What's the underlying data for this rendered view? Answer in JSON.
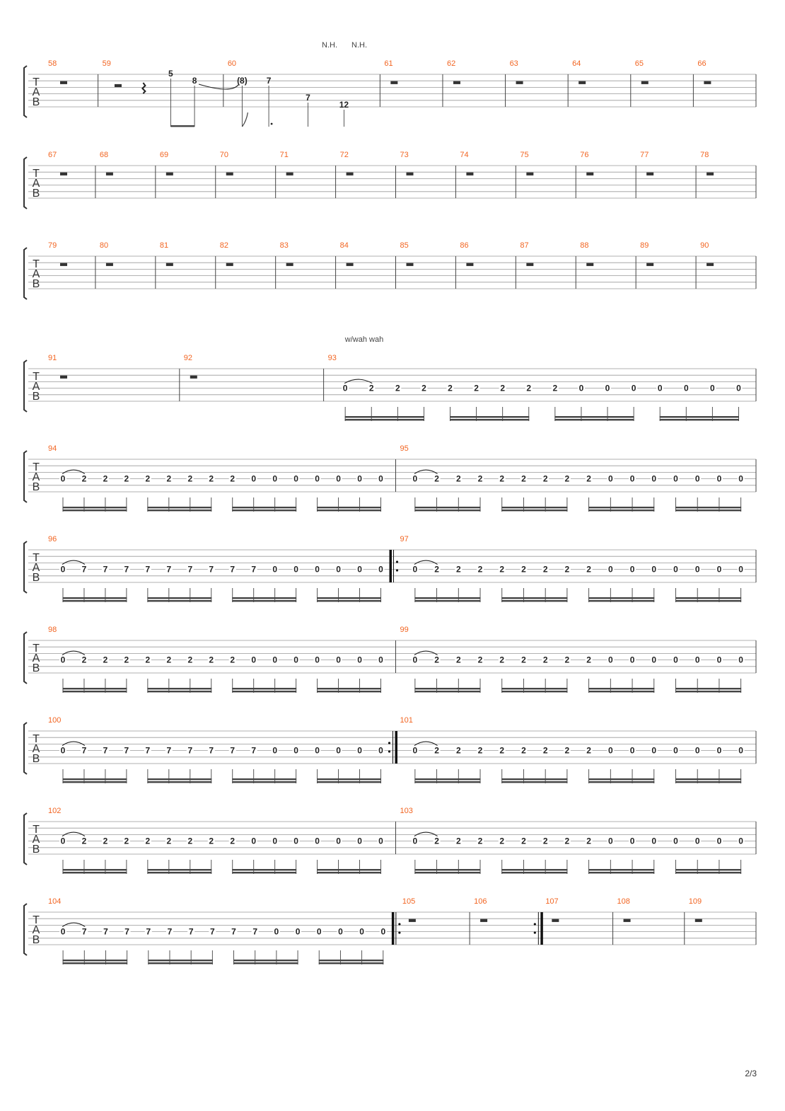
{
  "page_number": "2/3",
  "tab_letters": [
    "T",
    "A",
    "B"
  ],
  "rest_icon": "whole-rest-bar",
  "annotations": {
    "natural_harmonic_1": "N.H.",
    "natural_harmonic_2": "N.H.",
    "wah": "w/wah wah"
  },
  "frets": {
    "m59": [
      "5",
      "8"
    ],
    "m60": [
      "(8)",
      "7",
      "7",
      "12"
    ],
    "riff_a": [
      "0",
      "2",
      "2",
      "2",
      "2",
      "2",
      "2",
      "2",
      "2",
      "0",
      "0",
      "0",
      "0",
      "0",
      "0",
      "0"
    ],
    "riff_b": [
      "0",
      "7",
      "7",
      "7",
      "7",
      "7",
      "7",
      "7",
      "7",
      "7",
      "0",
      "0",
      "0",
      "0",
      "0",
      "0"
    ]
  },
  "systems": [
    {
      "measures": [
        {
          "num": "58",
          "w": 1,
          "kind": "rest"
        },
        {
          "num": "59",
          "w": 2,
          "kind": "m59"
        },
        {
          "num": "60",
          "w": 2.5,
          "kind": "m60"
        },
        {
          "num": "61",
          "w": 1,
          "kind": "rest"
        },
        {
          "num": "62",
          "w": 1,
          "kind": "rest"
        },
        {
          "num": "63",
          "w": 1,
          "kind": "rest"
        },
        {
          "num": "64",
          "w": 1,
          "kind": "rest"
        },
        {
          "num": "65",
          "w": 1,
          "kind": "rest"
        },
        {
          "num": "66",
          "w": 1,
          "kind": "rest"
        }
      ]
    },
    {
      "measures": [
        {
          "num": "67",
          "w": 1,
          "kind": "rest"
        },
        {
          "num": "68",
          "w": 1,
          "kind": "rest"
        },
        {
          "num": "69",
          "w": 1,
          "kind": "rest"
        },
        {
          "num": "70",
          "w": 1,
          "kind": "rest"
        },
        {
          "num": "71",
          "w": 1,
          "kind": "rest"
        },
        {
          "num": "72",
          "w": 1,
          "kind": "rest"
        },
        {
          "num": "73",
          "w": 1,
          "kind": "rest"
        },
        {
          "num": "74",
          "w": 1,
          "kind": "rest"
        },
        {
          "num": "75",
          "w": 1,
          "kind": "rest"
        },
        {
          "num": "76",
          "w": 1,
          "kind": "rest"
        },
        {
          "num": "77",
          "w": 1,
          "kind": "rest"
        },
        {
          "num": "78",
          "w": 1,
          "kind": "rest"
        }
      ]
    },
    {
      "measures": [
        {
          "num": "79",
          "w": 1,
          "kind": "rest"
        },
        {
          "num": "80",
          "w": 1,
          "kind": "rest"
        },
        {
          "num": "81",
          "w": 1,
          "kind": "rest"
        },
        {
          "num": "82",
          "w": 1,
          "kind": "rest"
        },
        {
          "num": "83",
          "w": 1,
          "kind": "rest"
        },
        {
          "num": "84",
          "w": 1,
          "kind": "rest"
        },
        {
          "num": "85",
          "w": 1,
          "kind": "rest"
        },
        {
          "num": "86",
          "w": 1,
          "kind": "rest"
        },
        {
          "num": "87",
          "w": 1,
          "kind": "rest"
        },
        {
          "num": "88",
          "w": 1,
          "kind": "rest"
        },
        {
          "num": "89",
          "w": 1,
          "kind": "rest"
        },
        {
          "num": "90",
          "w": 1,
          "kind": "rest"
        }
      ]
    },
    {
      "measures": [
        {
          "num": "91",
          "w": 1,
          "kind": "rest"
        },
        {
          "num": "92",
          "w": 1,
          "kind": "rest"
        },
        {
          "num": "93",
          "w": 3,
          "kind": "riff_a"
        }
      ]
    },
    {
      "measures": [
        {
          "num": "94",
          "w": 1,
          "kind": "riff_a"
        },
        {
          "num": "95",
          "w": 1,
          "kind": "riff_a"
        }
      ]
    },
    {
      "measures": [
        {
          "num": "96",
          "w": 1,
          "kind": "riff_b",
          "end": "repeat-start"
        },
        {
          "num": "97",
          "w": 1,
          "kind": "riff_a"
        }
      ]
    },
    {
      "measures": [
        {
          "num": "98",
          "w": 1,
          "kind": "riff_a"
        },
        {
          "num": "99",
          "w": 1,
          "kind": "riff_a"
        }
      ]
    },
    {
      "measures": [
        {
          "num": "100",
          "w": 1,
          "kind": "riff_b",
          "end": "repeat-end"
        },
        {
          "num": "101",
          "w": 1,
          "kind": "riff_a"
        }
      ]
    },
    {
      "measures": [
        {
          "num": "102",
          "w": 1,
          "kind": "riff_a"
        },
        {
          "num": "103",
          "w": 1,
          "kind": "riff_a"
        }
      ]
    },
    {
      "measures": [
        {
          "num": "104",
          "w": 3.8,
          "kind": "riff_b",
          "end": "repeat-start"
        },
        {
          "num": "105",
          "w": 0.75,
          "kind": "rest"
        },
        {
          "num": "106",
          "w": 0.75,
          "kind": "rest",
          "end": "repeat-end"
        },
        {
          "num": "107",
          "w": 0.75,
          "kind": "rest"
        },
        {
          "num": "108",
          "w": 0.75,
          "kind": "rest"
        },
        {
          "num": "109",
          "w": 0.75,
          "kind": "rest"
        }
      ]
    }
  ]
}
